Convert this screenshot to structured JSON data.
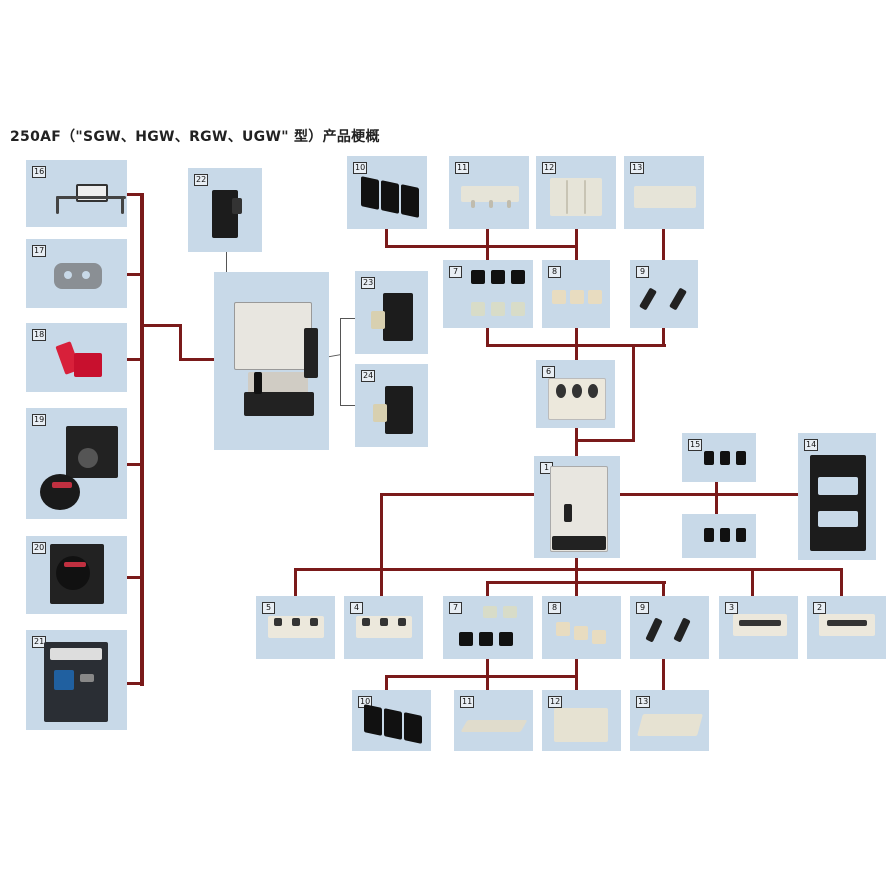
{
  "title": "250AF（\"SGW、HGW、RGW、UGW\" 型）产品梗概",
  "colors": {
    "wire": "#7a1a1a",
    "panel": "#c8d9e8"
  },
  "components": [
    {
      "id": "c16",
      "label": "16",
      "icon": "mounting-bracket"
    },
    {
      "id": "c17",
      "label": "17",
      "icon": "lock-plate"
    },
    {
      "id": "c18",
      "label": "18",
      "icon": "red-handle-lock"
    },
    {
      "id": "c19",
      "label": "19",
      "icon": "rotary-handle"
    },
    {
      "id": "c20",
      "label": "20",
      "icon": "rotary-handle-panel"
    },
    {
      "id": "c21",
      "label": "21",
      "icon": "motor-operator"
    },
    {
      "id": "c22",
      "label": "22",
      "icon": "auxiliary-switch"
    },
    {
      "id": "c23",
      "label": "23",
      "icon": "alarm-switch"
    },
    {
      "id": "c24",
      "label": "24",
      "icon": "shunt-trip"
    },
    {
      "id": "c10a",
      "label": "10",
      "icon": "insulating-barrier"
    },
    {
      "id": "c11a",
      "label": "11",
      "icon": "terminal-cover"
    },
    {
      "id": "c12a",
      "label": "12",
      "icon": "terminal-cover-high"
    },
    {
      "id": "c13a",
      "label": "13",
      "icon": "terminal-cover-flat"
    },
    {
      "id": "c7a",
      "label": "7",
      "icon": "connection-terminal"
    },
    {
      "id": "c8a",
      "label": "8",
      "icon": "box-terminal"
    },
    {
      "id": "c9a",
      "label": "9",
      "icon": "stud-terminal"
    },
    {
      "id": "c6",
      "label": "6",
      "icon": "plug-in-base"
    },
    {
      "id": "c1",
      "label": "1",
      "icon": "circuit-breaker"
    },
    {
      "id": "c15a",
      "label": "15",
      "icon": "screw-set"
    },
    {
      "id": "c15b",
      "label": "",
      "icon": "screw-set"
    },
    {
      "id": "c14",
      "label": "14",
      "icon": "draw-out-frame"
    },
    {
      "id": "c5",
      "label": "5",
      "icon": "rear-connection"
    },
    {
      "id": "c4",
      "label": "4",
      "icon": "front-connection"
    },
    {
      "id": "c7b",
      "label": "7",
      "icon": "connection-terminal"
    },
    {
      "id": "c8b",
      "label": "8",
      "icon": "box-terminal"
    },
    {
      "id": "c9b",
      "label": "9",
      "icon": "stud-terminal"
    },
    {
      "id": "c3",
      "label": "3",
      "icon": "extension-bar"
    },
    {
      "id": "c2",
      "label": "2",
      "icon": "busbar-connector"
    },
    {
      "id": "c10b",
      "label": "10",
      "icon": "insulating-barrier"
    },
    {
      "id": "c11b",
      "label": "11",
      "icon": "terminal-cover"
    },
    {
      "id": "c12b",
      "label": "12",
      "icon": "terminal-cover-high"
    },
    {
      "id": "c13b",
      "label": "13",
      "icon": "terminal-cover-flat"
    }
  ]
}
